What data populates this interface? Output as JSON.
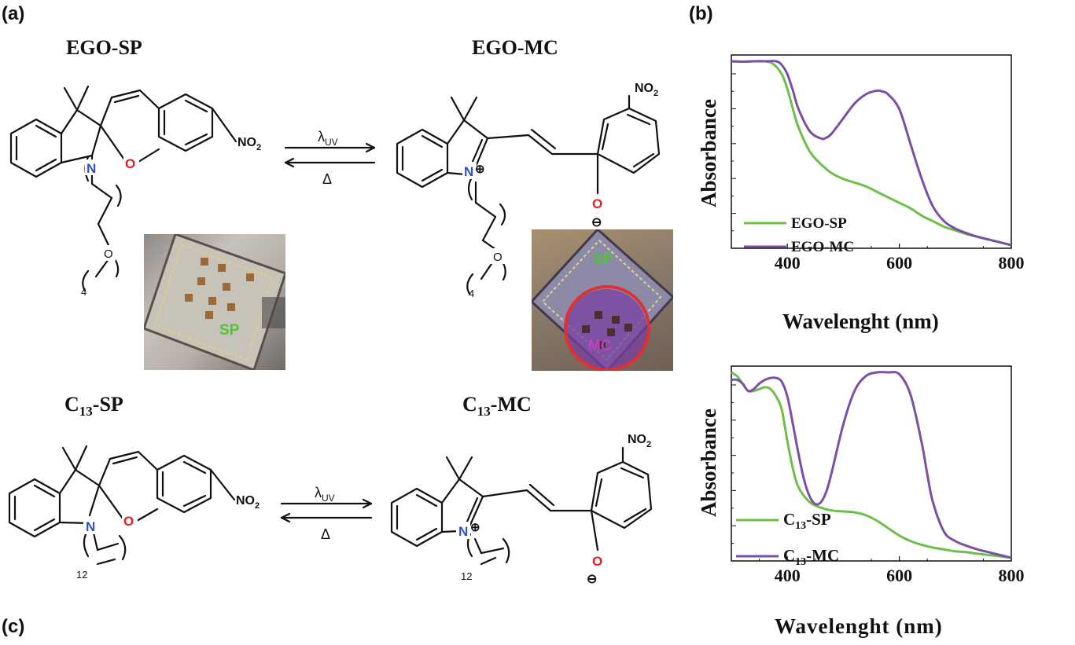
{
  "labels": {
    "a": "(a)",
    "b": "(b)",
    "c": "(c)"
  },
  "compounds": {
    "ego_sp": "EGO-SP",
    "ego_mc": "EGO-MC",
    "c13_sp_prefix": "C",
    "c13_sp_sub": "13",
    "c13_sp_suffix": "-SP",
    "c13_mc_prefix": "C",
    "c13_mc_sub": "13",
    "c13_mc_suffix": "-MC"
  },
  "arrows": {
    "forward": "λ",
    "forward_sub": "UV",
    "reverse": "Δ"
  },
  "atoms": {
    "n": "N",
    "o": "O",
    "no2_prefix": "NO",
    "no2_sub": "2",
    "plus": "⊕",
    "minus": "⊖",
    "ego_repeat": "4",
    "alkyl_repeat": "12"
  },
  "photos": {
    "sp_label": "SP",
    "mc_label": "MC"
  },
  "colors": {
    "sp_series": "#6cc04a",
    "mc_series": "#7b4fa8",
    "nitrogen": "#2b50c8",
    "oxygen": "#e02020",
    "mc_circle": "#e03030"
  },
  "chart_data": [
    {
      "type": "line",
      "title": "",
      "xlabel": "Wavelenght (nm)",
      "ylabel": "Absorbance",
      "xlim": [
        300,
        800
      ],
      "ylim": [
        0,
        1
      ],
      "xticks": [
        400,
        600,
        800
      ],
      "legend_position": "bottom-left",
      "series": [
        {
          "name": "EGO-SP",
          "color": "#6cc04a",
          "x": [
            300,
            320,
            340,
            360,
            375,
            390,
            400,
            410,
            420,
            440,
            460,
            480,
            500,
            520,
            540,
            560,
            580,
            600,
            620,
            640,
            660,
            680,
            700,
            720,
            740,
            760,
            780,
            800
          ],
          "y": [
            1.0,
            0.998,
            1.0,
            1.0,
            0.985,
            0.93,
            0.85,
            0.74,
            0.64,
            0.51,
            0.44,
            0.39,
            0.36,
            0.34,
            0.32,
            0.29,
            0.26,
            0.23,
            0.2,
            0.16,
            0.13,
            0.1,
            0.08,
            0.06,
            0.045,
            0.03,
            0.015,
            0.0
          ]
        },
        {
          "name": "EGO-MC",
          "color": "#7b4fa8",
          "x": [
            300,
            320,
            340,
            360,
            380,
            390,
            400,
            410,
            420,
            440,
            460,
            470,
            480,
            500,
            520,
            540,
            560,
            570,
            580,
            600,
            620,
            640,
            660,
            680,
            700,
            720,
            740,
            760,
            780,
            800
          ],
          "y": [
            1.0,
            0.998,
            1.0,
            1.0,
            1.0,
            0.98,
            0.93,
            0.84,
            0.74,
            0.62,
            0.58,
            0.585,
            0.61,
            0.69,
            0.77,
            0.82,
            0.84,
            0.835,
            0.82,
            0.74,
            0.55,
            0.36,
            0.21,
            0.13,
            0.09,
            0.065,
            0.045,
            0.03,
            0.015,
            0.0
          ]
        }
      ]
    },
    {
      "type": "line",
      "title": "",
      "xlabel": "Wavelenght (nm)",
      "ylabel": "Absorbance",
      "xlim": [
        300,
        800
      ],
      "ylim": [
        0,
        1
      ],
      "xticks": [
        400,
        600,
        800
      ],
      "legend_position": "bottom-left",
      "series": [
        {
          "name_prefix": "C",
          "name_sub": "13",
          "name_suffix": "-SP",
          "color": "#6cc04a",
          "x": [
            300,
            310,
            320,
            330,
            340,
            350,
            360,
            370,
            380,
            390,
            400,
            410,
            420,
            440,
            460,
            480,
            500,
            520,
            540,
            560,
            580,
            600,
            620,
            640,
            660,
            680,
            700,
            720,
            740,
            760,
            780,
            800
          ],
          "y": [
            1.0,
            0.98,
            0.94,
            0.9,
            0.9,
            0.91,
            0.92,
            0.91,
            0.87,
            0.8,
            0.63,
            0.48,
            0.38,
            0.3,
            0.27,
            0.255,
            0.25,
            0.245,
            0.23,
            0.2,
            0.16,
            0.12,
            0.09,
            0.07,
            0.055,
            0.045,
            0.035,
            0.03,
            0.022,
            0.015,
            0.008,
            0.0
          ]
        },
        {
          "name_prefix": "C",
          "name_sub": "13",
          "name_suffix": "-MC",
          "color": "#7b4fa8",
          "x": [
            300,
            310,
            320,
            330,
            340,
            350,
            360,
            370,
            380,
            390,
            400,
            410,
            420,
            430,
            440,
            450,
            460,
            470,
            480,
            500,
            520,
            540,
            560,
            580,
            600,
            620,
            640,
            650,
            660,
            680,
            700,
            720,
            740,
            760,
            780,
            800
          ],
          "y": [
            0.96,
            0.96,
            0.94,
            0.9,
            0.91,
            0.94,
            0.96,
            0.97,
            0.97,
            0.95,
            0.87,
            0.72,
            0.56,
            0.42,
            0.33,
            0.29,
            0.3,
            0.36,
            0.47,
            0.72,
            0.9,
            0.98,
            1.0,
            1.0,
            0.99,
            0.88,
            0.62,
            0.45,
            0.3,
            0.14,
            0.09,
            0.065,
            0.045,
            0.03,
            0.015,
            0.0
          ]
        }
      ]
    }
  ]
}
